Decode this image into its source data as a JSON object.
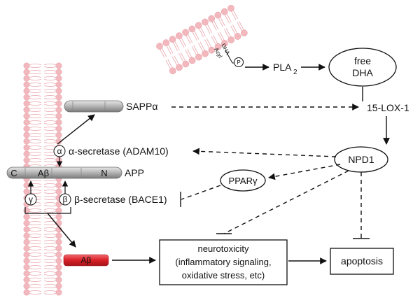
{
  "membrane_top": {
    "phospho_label": "DHA",
    "acyl_label": "Acyl",
    "phosphate": "P"
  },
  "nodes": {
    "pla2": {
      "main": "PLA",
      "sub": "2"
    },
    "free_dha": {
      "line1": "free",
      "line2": "DHA"
    },
    "lox": "15-LOX-1",
    "npd1": "NPD1",
    "ppar": "PPARγ",
    "sapp": "SAPPα",
    "alpha_secretase": "α-secretase (ADAM10)",
    "beta_secretase": "β-secretase (BACE1)",
    "app": {
      "c": "C",
      "abeta": "Aβ",
      "n": "N",
      "label": "APP"
    },
    "greek": {
      "alpha": "α",
      "beta": "β",
      "gamma": "γ"
    },
    "abeta_fragment": "Aβ",
    "neurotoxicity": {
      "line1": "neurotoxicity",
      "line2": "(inflammatory signaling,",
      "line3": "oxidative stress, etc)"
    },
    "apoptosis": "apoptosis"
  },
  "colors": {
    "membrane_head": "#f2b8bd",
    "membrane_tail": "#e8a5ac",
    "protein_gray": "#b5b5b5",
    "protein_dark": "#7e7e7e",
    "abeta_red": "#d81f26",
    "ink": "#111111"
  }
}
